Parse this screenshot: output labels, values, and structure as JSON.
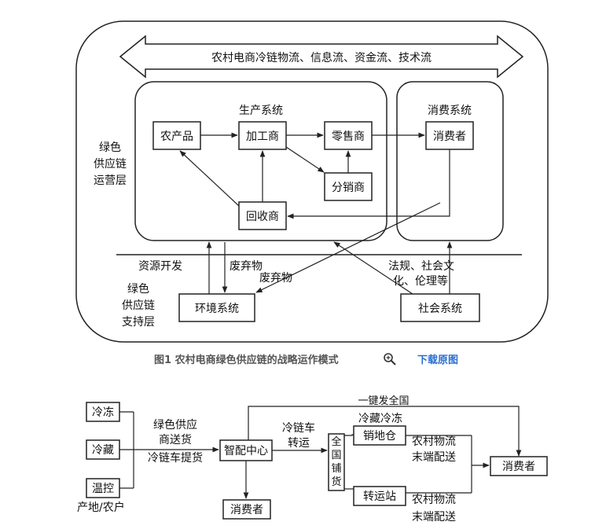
{
  "figure1": {
    "banner": "农村电商冷链物流、信息流、资金流、技术流",
    "production_title": "生产系统",
    "consumption_title": "消费系统",
    "operation_layer": [
      "绿色",
      "供应链",
      "运营层"
    ],
    "support_layer": [
      "绿色",
      "供应链",
      "支持层"
    ],
    "nodes": {
      "farm_products": "农产品",
      "processor": "加工商",
      "retailer": "零售商",
      "distributor": "分销商",
      "recycler": "回收商",
      "consumer": "消费者",
      "environment": "环境系统",
      "society": "社会系统"
    },
    "labels": {
      "resource_dev": "资源开发",
      "waste1": "废弃物",
      "waste2": "废弃物",
      "regulation_line1": "法规、社会文",
      "regulation_line2": "化、伦理等"
    },
    "caption": "图1 农村电商绿色供应链的战略运作模式",
    "download": "下载原图"
  },
  "figure2": {
    "sources": [
      "冷冻",
      "冷藏",
      "温控"
    ],
    "origin_label": "产地/农户",
    "green_send": [
      "绿色供应",
      "商送货"
    ],
    "cold_pickup": "冷链车提货",
    "hub": "智配中心",
    "cold_transport": [
      "冷链车",
      "转运"
    ],
    "consumer_bottom": "消费者",
    "top_link": "一键发全国",
    "cold_storage": "冷藏冷冻",
    "national": [
      "全",
      "国",
      "铺",
      "货"
    ],
    "sales_warehouse": "销地仓",
    "transfer_station": "转运站",
    "rural_delivery_1": [
      "农村物流",
      "末端配送"
    ],
    "rural_delivery_2": [
      "农村物流",
      "末端配送"
    ],
    "consumer_right": "消费者"
  }
}
